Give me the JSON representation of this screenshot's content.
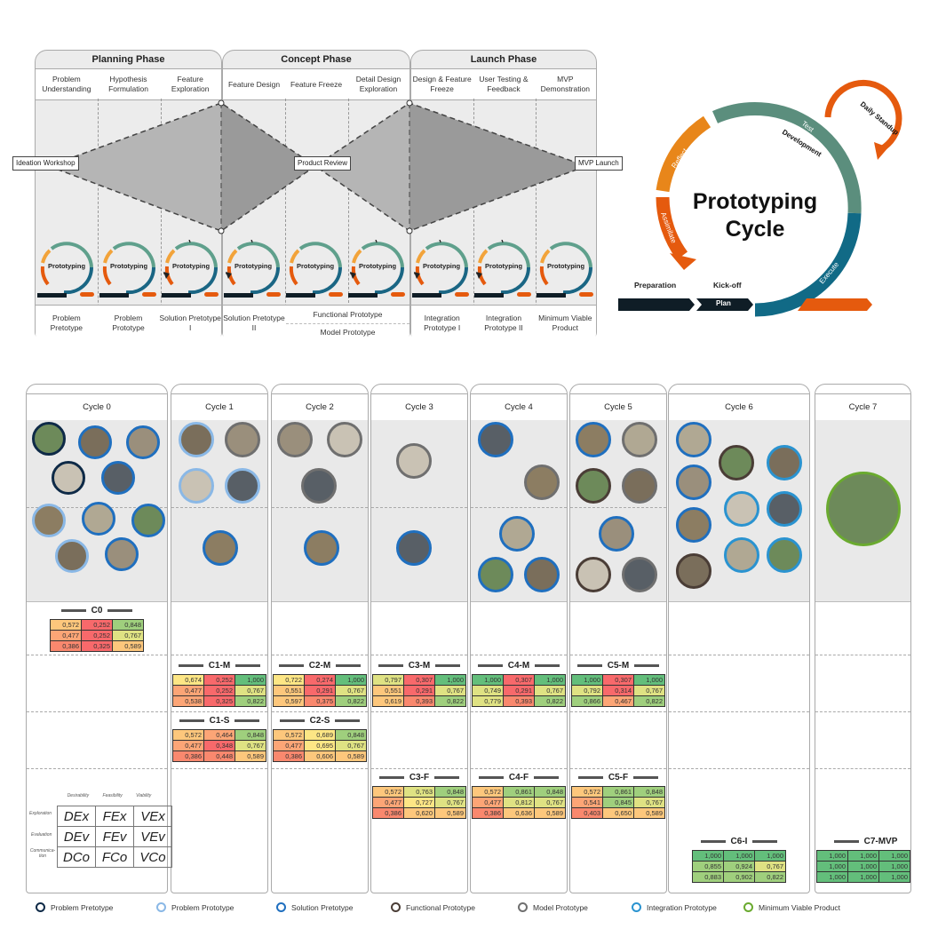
{
  "top_diagram": {
    "phases": [
      {
        "title": "Planning Phase",
        "steps": [
          "Problem Understanding",
          "Hypothesis Formulation",
          "Feature Exploration"
        ],
        "outputs": [
          "Problem Pretotype",
          "Problem Prototype",
          "Solution Pretotype I"
        ]
      },
      {
        "title": "Concept Phase",
        "steps": [
          "Feature Design",
          "Feature Freeze",
          "Detail Design Exploration"
        ],
        "outputs": [
          "Solution Pretotype II",
          "Functional Prototype",
          "Model Prototype"
        ]
      },
      {
        "title": "Launch Phase",
        "steps": [
          "Design & Feature Freeze",
          "User Testing & Feedback",
          "MVP Demonstration"
        ],
        "outputs": [
          "Integration Prototype I",
          "Integration Prototype II",
          "Minimum Viable Product"
        ]
      }
    ],
    "milestones": [
      "Ideation Workshop",
      "Product Review",
      "MVP Launch"
    ],
    "mini_cycle_label": "Prototyping"
  },
  "cycle_diagram": {
    "title_line1": "Prototyping",
    "title_line2": "Cycle",
    "segments": [
      "Reflect",
      "Assimilate",
      "Test",
      "Development",
      "Execute",
      "Daily Standup"
    ],
    "bottom_labels": [
      "Preparation",
      "Kick-off"
    ],
    "plan_label": "Plan",
    "colors": {
      "orange": "#e8861a",
      "red_orange": "#e55a0e",
      "teal": "#5b8e7d",
      "blue": "#116a86",
      "dark": "#0f1d26"
    }
  },
  "cycles": {
    "headers": [
      "Cycle 0",
      "Cycle 1",
      "Cycle 2",
      "Cycle 3",
      "Cycle 4",
      "Cycle 5",
      "Cycle 6",
      "Cycle 7"
    ],
    "matrices": [
      {
        "label": "C0",
        "values": [
          [
            "0,572",
            "0,252",
            "0,848"
          ],
          [
            "0,477",
            "0,252",
            "0,767"
          ],
          [
            "0,386",
            "0,325",
            "0,589"
          ]
        ]
      },
      {
        "label": "C1-M",
        "values": [
          [
            "0,674",
            "0,252",
            "1,000"
          ],
          [
            "0,477",
            "0,252",
            "0,767"
          ],
          [
            "0,538",
            "0,325",
            "0,822"
          ]
        ]
      },
      {
        "label": "C2-M",
        "values": [
          [
            "0,722",
            "0,274",
            "1,000"
          ],
          [
            "0,551",
            "0,291",
            "0,767"
          ],
          [
            "0,597",
            "0,375",
            "0,822"
          ]
        ]
      },
      {
        "label": "C3-M",
        "values": [
          [
            "0,797",
            "0,307",
            "1,000"
          ],
          [
            "0,551",
            "0,291",
            "0,767"
          ],
          [
            "0,619",
            "0,393",
            "0,822"
          ]
        ]
      },
      {
        "label": "C4-M",
        "values": [
          [
            "1,000",
            "0,307",
            "1,000"
          ],
          [
            "0,749",
            "0,291",
            "0,767"
          ],
          [
            "0,779",
            "0,393",
            "0,822"
          ]
        ]
      },
      {
        "label": "C5-M",
        "values": [
          [
            "1,000",
            "0,307",
            "1,000"
          ],
          [
            "0,792",
            "0,314",
            "0,767"
          ],
          [
            "0,866",
            "0,467",
            "0,822"
          ]
        ]
      },
      {
        "label": "C1-S",
        "values": [
          [
            "0,572",
            "0,464",
            "0,848"
          ],
          [
            "0,477",
            "0,348",
            "0,767"
          ],
          [
            "0,386",
            "0,448",
            "0,589"
          ]
        ]
      },
      {
        "label": "C2-S",
        "values": [
          [
            "0,572",
            "0,689",
            "0,848"
          ],
          [
            "0,477",
            "0,695",
            "0,767"
          ],
          [
            "0,386",
            "0,606",
            "0,589"
          ]
        ]
      },
      {
        "label": "C3-F",
        "values": [
          [
            "0,572",
            "0,763",
            "0,848"
          ],
          [
            "0,477",
            "0,727",
            "0,767"
          ],
          [
            "0,386",
            "0,620",
            "0,589"
          ]
        ]
      },
      {
        "label": "C4-F",
        "values": [
          [
            "0,572",
            "0,861",
            "0,848"
          ],
          [
            "0,477",
            "0,812",
            "0,767"
          ],
          [
            "0,386",
            "0,636",
            "0,589"
          ]
        ]
      },
      {
        "label": "C5-F",
        "values": [
          [
            "0,572",
            "0,861",
            "0,848"
          ],
          [
            "0,541",
            "0,845",
            "0,767"
          ],
          [
            "0,403",
            "0,650",
            "0,589"
          ]
        ]
      },
      {
        "label": "C6-I",
        "values": [
          [
            "1,000",
            "1,000",
            "1,000"
          ],
          [
            "0,855",
            "0,924",
            "0,767"
          ],
          [
            "0,883",
            "0,902",
            "0,822"
          ]
        ]
      },
      {
        "label": "C7-MVP",
        "values": [
          [
            "1,000",
            "1,000",
            "1,000"
          ],
          [
            "1,000",
            "1,000",
            "1,000"
          ],
          [
            "1,000",
            "1,000",
            "1,000"
          ]
        ]
      }
    ],
    "key": {
      "columns": [
        "Desirability",
        "Feasibility",
        "Viability"
      ],
      "rows": [
        "Exploration",
        "Evaluation",
        "Communica-tion"
      ],
      "cells": [
        [
          "DEx",
          "FEx",
          "VEx"
        ],
        [
          "DEv",
          "FEv",
          "VEv"
        ],
        [
          "DCo",
          "FCo",
          "VCo"
        ]
      ]
    }
  },
  "legend": [
    {
      "label": "Problem Pretotype",
      "color": "#0e2a47"
    },
    {
      "label": "Problem Prototype",
      "color": "#8ab8e6"
    },
    {
      "label": "Solution Pretotype",
      "color": "#1f6fbf"
    },
    {
      "label": "Functional Prototype",
      "color": "#4a3d36"
    },
    {
      "label": "Model Prototype",
      "color": "#6f6f6f"
    },
    {
      "label": "Integration Prototype",
      "color": "#2a93d0"
    },
    {
      "label": "Minimum Viable Product",
      "color": "#6aaa2f"
    }
  ]
}
